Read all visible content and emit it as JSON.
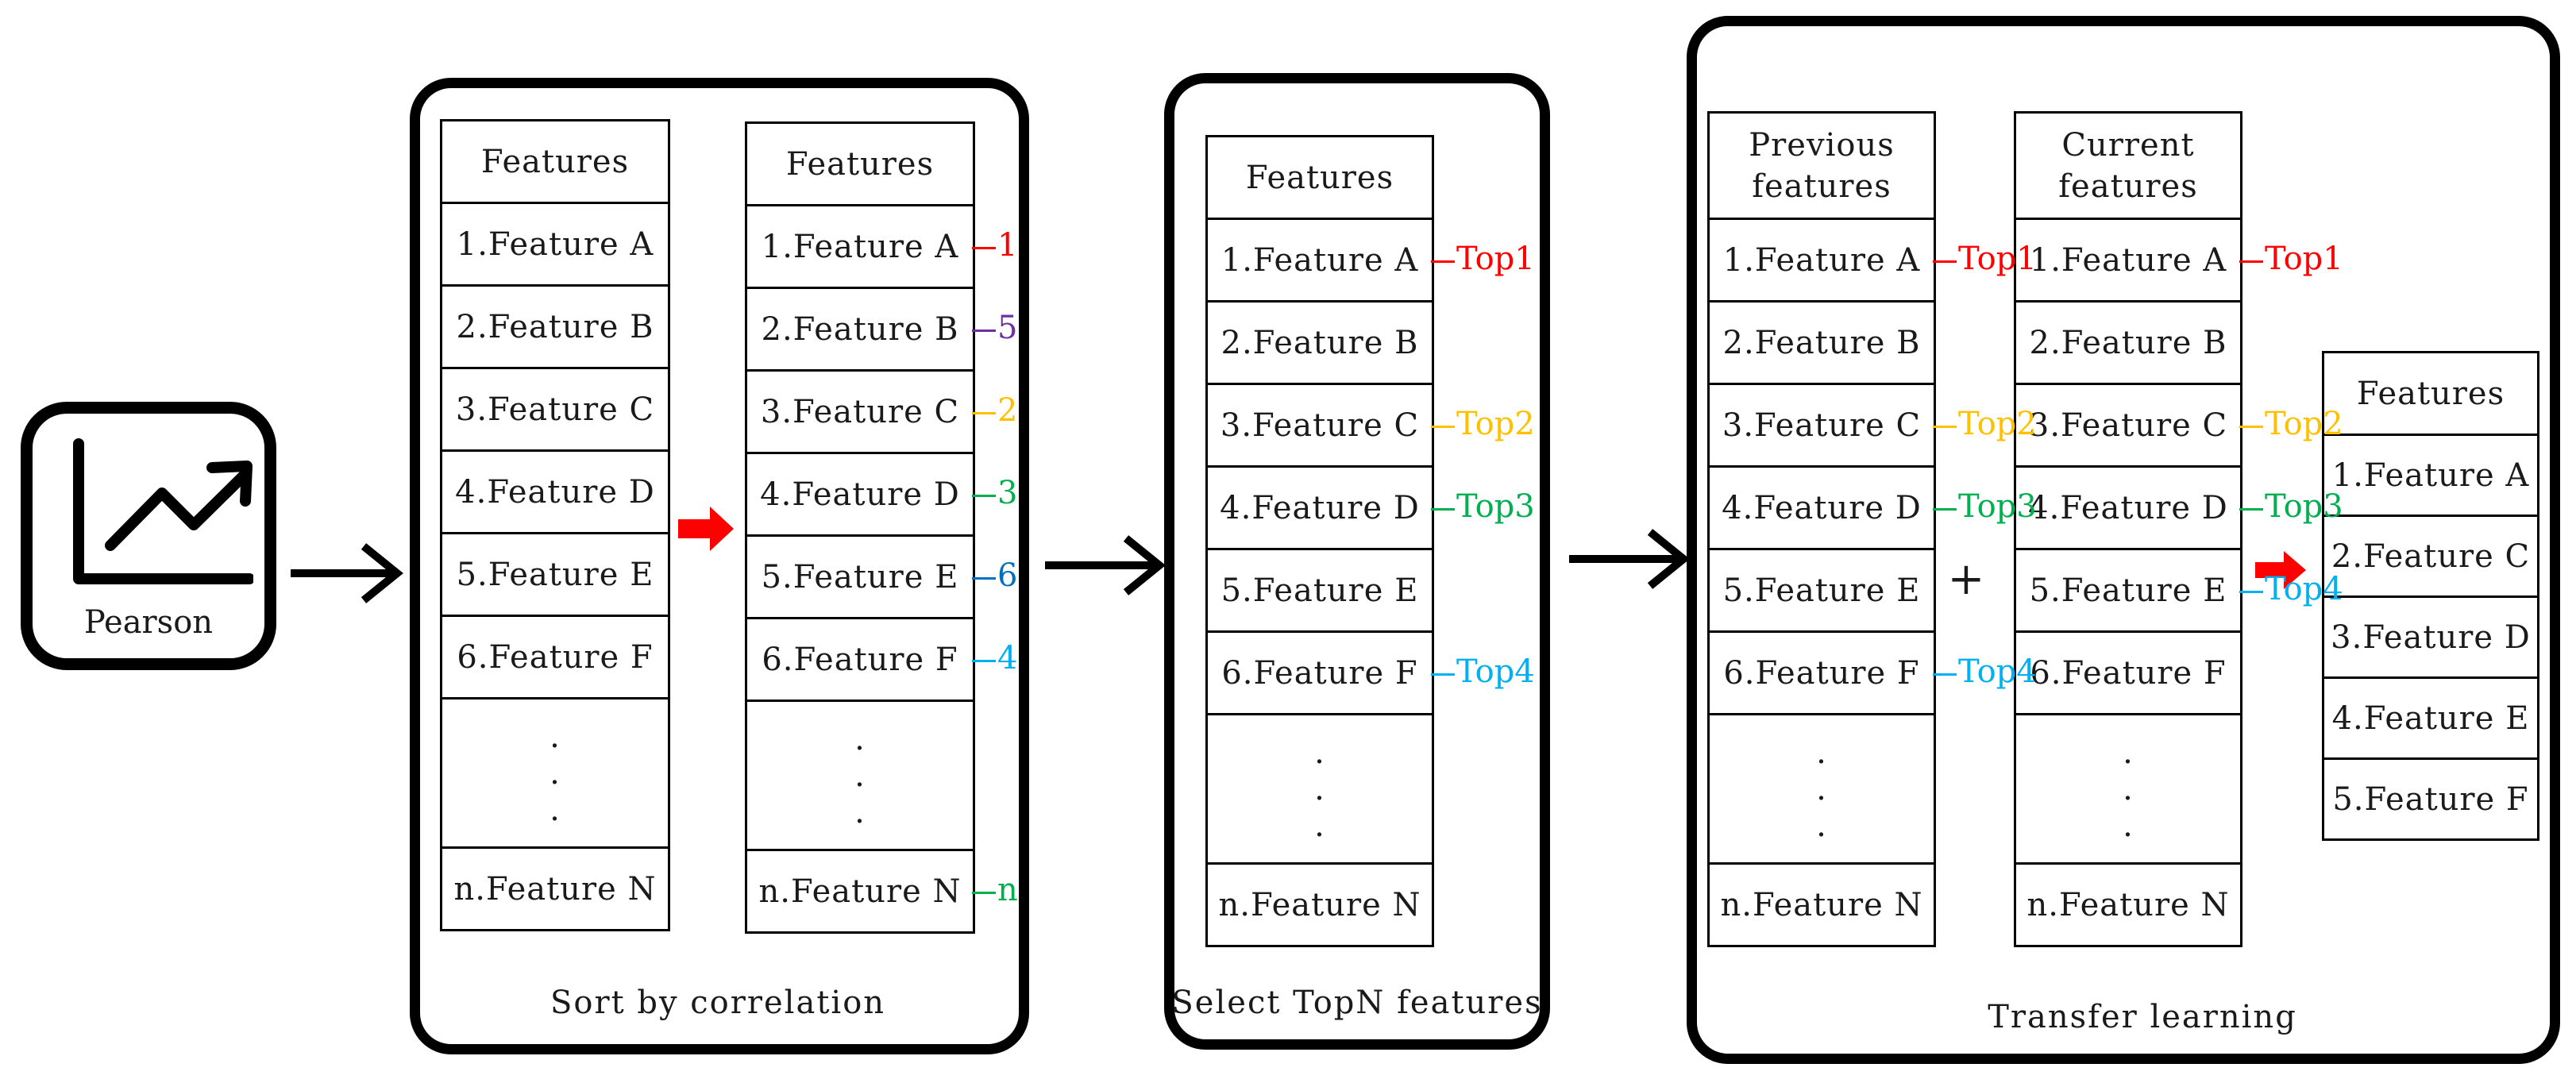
{
  "pearson": {
    "caption": "Pearson"
  },
  "sort_panel": {
    "caption": "Sort by correlation",
    "table_left": {
      "header": "Features",
      "rows": [
        "1.Feature A",
        "2.Feature B",
        "3.Feature C",
        "4.Feature D",
        "5.Feature E",
        "6.Feature F"
      ],
      "last": "n.Feature N"
    },
    "table_right": {
      "header": "Features",
      "rows": [
        "1.Feature A",
        "2.Feature B",
        "3.Feature C",
        "4.Feature D",
        "5.Feature E",
        "6.Feature F"
      ],
      "last": "n.Feature N",
      "ranks": [
        {
          "text": "1",
          "color": "#ff0000"
        },
        {
          "text": "5",
          "color": "#7030a0"
        },
        {
          "text": "2",
          "color": "#ffc000"
        },
        {
          "text": "3",
          "color": "#00b050"
        },
        {
          "text": "6",
          "color": "#0070c0"
        },
        {
          "text": "4",
          "color": "#00b0f0"
        }
      ],
      "last_rank": {
        "text": "n",
        "color": "#00b050"
      }
    }
  },
  "select_panel": {
    "caption": "Select TopN features",
    "table": {
      "header": "Features",
      "rows": [
        "1.Feature A",
        "2.Feature B",
        "3.Feature C",
        "4.Feature D",
        "5.Feature E",
        "6.Feature F"
      ],
      "last": "n.Feature N",
      "tops": [
        {
          "text": "Top1",
          "color": "#ff0000"
        },
        {
          "text": "",
          "color": ""
        },
        {
          "text": "Top2",
          "color": "#ffc000"
        },
        {
          "text": "Top3",
          "color": "#00b050"
        },
        {
          "text": "",
          "color": ""
        },
        {
          "text": "Top4",
          "color": "#00b0f0"
        }
      ]
    }
  },
  "transfer_panel": {
    "caption": "Transfer learning",
    "plus": "+",
    "previous": {
      "header": "Previous\nfeatures",
      "rows": [
        "1.Feature A",
        "2.Feature B",
        "3.Feature C",
        "4.Feature D",
        "5.Feature E",
        "6.Feature F"
      ],
      "last": "n.Feature N",
      "tops": [
        {
          "text": "Top1",
          "color": "#ff0000"
        },
        {
          "text": "",
          "color": ""
        },
        {
          "text": "Top2",
          "color": "#ffc000"
        },
        {
          "text": "Top3",
          "color": "#00b050"
        },
        {
          "text": "",
          "color": ""
        },
        {
          "text": "Top4",
          "color": "#00b0f0"
        }
      ]
    },
    "current": {
      "header": "Current\nfeatures",
      "rows": [
        "1.Feature A",
        "2.Feature B",
        "3.Feature C",
        "4.Feature D",
        "5.Feature E",
        "6.Feature F"
      ],
      "last": "n.Feature N",
      "tops": [
        {
          "text": "Top1",
          "color": "#ff0000"
        },
        {
          "text": "",
          "color": ""
        },
        {
          "text": "Top2",
          "color": "#ffc000"
        },
        {
          "text": "Top3",
          "color": "#00b050"
        },
        {
          "text": "Top4",
          "color": "#00b0f0"
        },
        {
          "text": "",
          "color": ""
        }
      ]
    },
    "result": {
      "header": "Features",
      "rows": [
        "1.Feature A",
        "2.Feature C",
        "3.Feature D",
        "4.Feature E",
        "5.Feature F"
      ]
    }
  },
  "colors": {
    "highlight_arrow": "#ff0000",
    "line": "#000000"
  }
}
